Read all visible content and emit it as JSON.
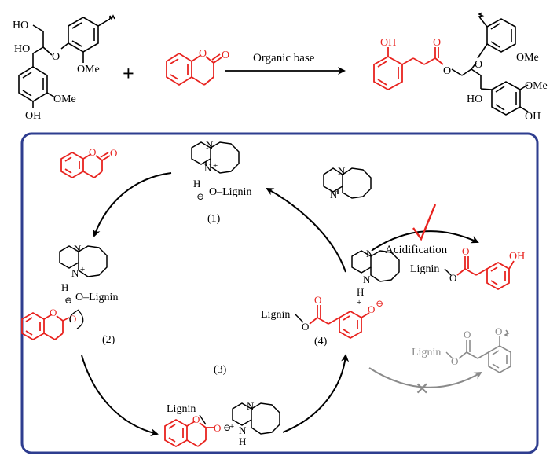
{
  "colors": {
    "product_red": "#e8231f",
    "frame_blue": "#2e3d8f",
    "disfavored_gray": "#8a8a8a",
    "check_red": "#e8231f",
    "ink": "#000000"
  },
  "top_reaction": {
    "reagent_label": "Organic base",
    "plus": "+",
    "lignin_sub": {
      "ho_a": "HO",
      "ho_b": "HO",
      "o": "O",
      "ome": "OMe",
      "oh": "OH"
    },
    "dihydrocoumarin_o": "O",
    "product": {
      "oh_red": "OH",
      "o_red": "O",
      "ome_a": "OMe",
      "ome_b": "OMe",
      "ho": "HO",
      "oh": "OH",
      "o": "O"
    }
  },
  "cycle": {
    "step1": {
      "label": "(1)",
      "n1": "N",
      "n2": "N",
      "plus": "+",
      "h": "H",
      "minus": "⊖",
      "o_lignin": "O–Lignin"
    },
    "step2": {
      "label": "(2)",
      "n1": "N",
      "n2": "N",
      "plus": "+",
      "h": "H",
      "minus": "⊖",
      "o_lignin": "O–Lignin",
      "o_ring": "O",
      "o_co": "O"
    },
    "step3": {
      "label": "(3)",
      "lignin": "Lignin",
      "o": "O",
      "minus": "⊖",
      "n1": "N",
      "n2": "N",
      "h": "H",
      "plus": "+"
    },
    "step4": {
      "label": "(4)",
      "lignin": "Lignin",
      "o_ester": "O",
      "o_co": "O",
      "o_minus": "O",
      "minus": "⊖",
      "n1": "N",
      "n2": "N",
      "h": "H",
      "plus": "+"
    },
    "dbu": {
      "n1": "N",
      "n2": "N"
    },
    "catalyst_free_lactone_o": "O"
  },
  "branches": {
    "acidification_label": "Acidification",
    "good_product": {
      "lignin": "Lignin",
      "o_ester": "O",
      "o_co": "O",
      "oh": "OH"
    },
    "bad_product": {
      "lignin": "Lignin",
      "o_ester": "O",
      "o_co": "O",
      "o_ring": "O"
    },
    "cross": "✕"
  }
}
